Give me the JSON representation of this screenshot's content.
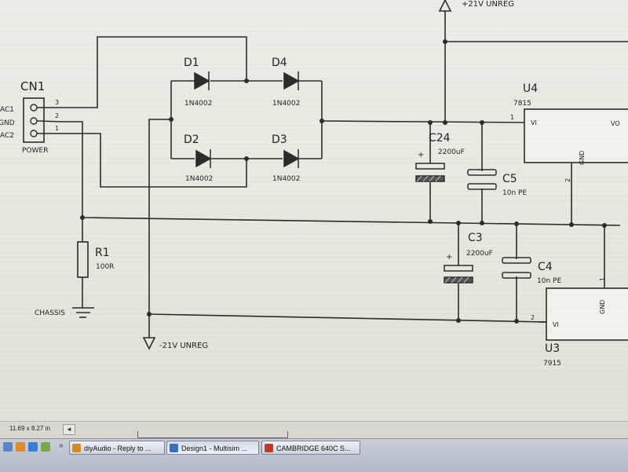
{
  "schematic": {
    "connector": {
      "ref": "CN1",
      "label": "POWER",
      "pins": [
        {
          "name": "AC1",
          "number": "3"
        },
        {
          "name": "GND",
          "number": "2"
        },
        {
          "name": "AC2",
          "number": "1"
        }
      ]
    },
    "diodes": [
      {
        "ref": "D1",
        "value": "1N4002"
      },
      {
        "ref": "D4",
        "value": "1N4002"
      },
      {
        "ref": "D2",
        "value": "1N4002"
      },
      {
        "ref": "D3",
        "value": "1N4002"
      }
    ],
    "capacitors": [
      {
        "ref": "C24",
        "value": "2200uF",
        "polarity": "+"
      },
      {
        "ref": "C5",
        "value": "10n PE"
      },
      {
        "ref": "C3",
        "value": "2200uF",
        "polarity": "+"
      },
      {
        "ref": "C4",
        "value": "10n PE"
      }
    ],
    "resistor": {
      "ref": "R1",
      "value": "100R"
    },
    "chassis_label": "CHASSIS",
    "rails": {
      "pos": "+21V UNREG",
      "neg": "-21V UNREG"
    },
    "regulators": [
      {
        "ref": "U4",
        "part": "7815",
        "vi": "VI",
        "vo": "VO",
        "gnd": "GND",
        "pin_in": "1",
        "pin_gnd": "2"
      },
      {
        "ref": "U3",
        "part": "7915",
        "vi": "VI",
        "gnd": "GND",
        "pin_in": "2",
        "pin_gnd": "1"
      }
    ]
  },
  "statusbar": {
    "dimensions": "11.69 x 8.27 in",
    "nav_button": "◄"
  },
  "taskbar": {
    "arrow": "»",
    "buttons": [
      {
        "label": "diyAudio - Reply to ...",
        "icon_color": "#d08a2a"
      },
      {
        "label": "Design1 - Multisim ...",
        "icon_color": "#3a6fb8"
      },
      {
        "label": "CAMBRIDGE 640C S...",
        "icon_color": "#c0392b"
      }
    ]
  },
  "colors": {
    "wire": "#2b2b2b",
    "background": "#e9eae2"
  }
}
